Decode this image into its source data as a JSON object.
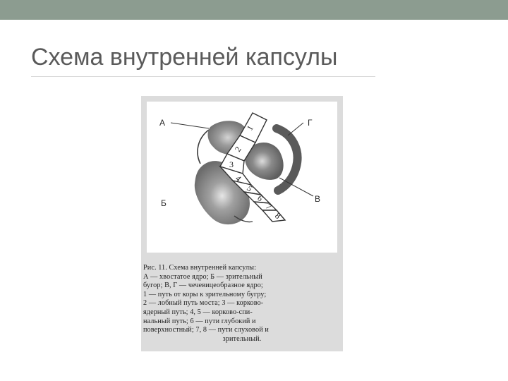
{
  "slide": {
    "title": "Схема внутренней капсулы",
    "colors": {
      "band": "#8c9c90",
      "title": "#5a5a5a",
      "figure_bg": "#dcdcdc",
      "mass": "#787878"
    }
  },
  "diagram": {
    "labels": {
      "a": "А",
      "b": "Б",
      "v": "В",
      "g": "Г"
    },
    "pathways": [
      "1",
      "2",
      "3",
      "4",
      "5",
      "6",
      "7",
      "8"
    ]
  },
  "caption": {
    "lines": [
      "Рис. 11. Схема внутренней капсулы:",
      "А — хвостатое ядро;  Б — зрительный",
      "бугор; В, Г — чечевицеобразное ядро;",
      "1 — путь от коры к зрительному бугру;",
      "2 — лобный путь моста;  3 — корково-",
      "ядерный путь;   4,  5 — корково-спи-",
      "нальный путь;  6 — пути глубокий и",
      "поверхностный;  7, 8 — пути слуховой и",
      "зрительный."
    ]
  }
}
